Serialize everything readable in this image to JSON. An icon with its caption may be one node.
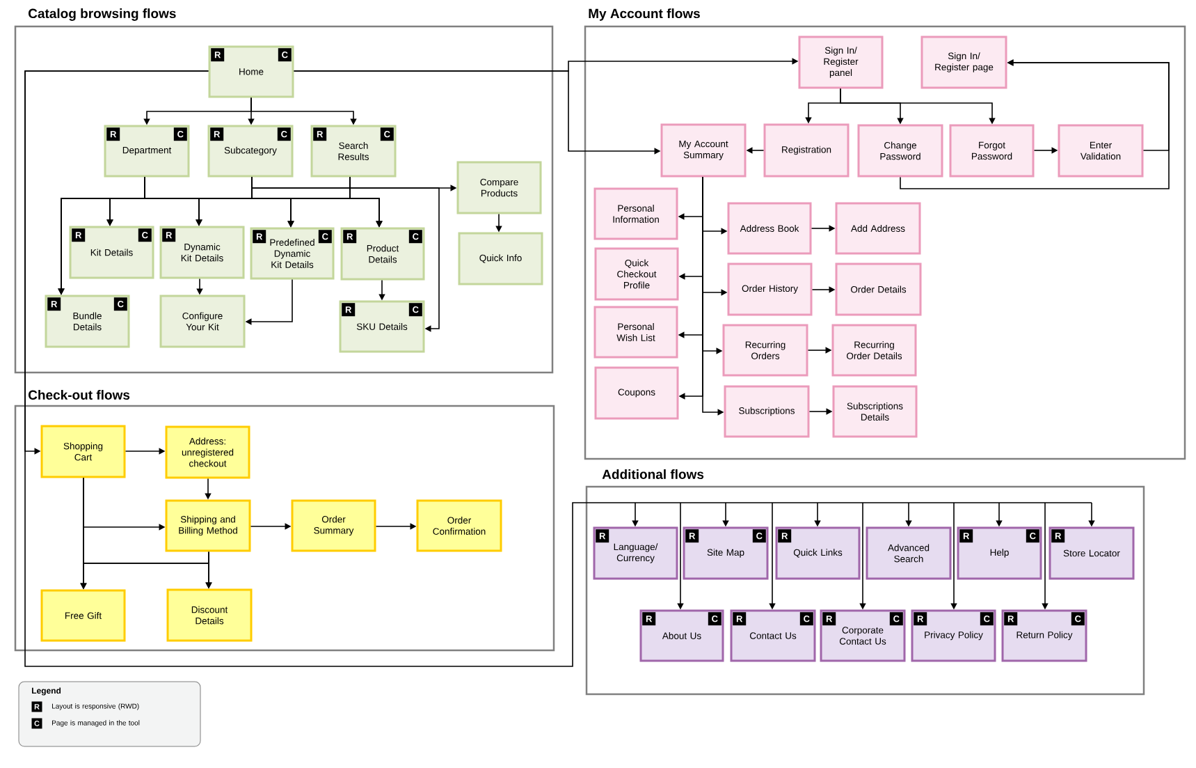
{
  "diagram": {
    "nodes": [
      {
        "text": [
          "Catalog browsing flows"
        ]
      },
      {
        "text": [
          "R",
          "C",
          "Home"
        ],
        "in": 0
      },
      {
        "text": [
          "R",
          "C",
          "Department"
        ],
        "in": 0
      },
      {
        "text": [
          "R",
          "C",
          "Subcategory"
        ],
        "in": 0
      },
      {
        "text": [
          "R",
          "C",
          "Search Results"
        ],
        "in": 0
      },
      {
        "text": [
          "Compare Products"
        ],
        "in": 0
      },
      {
        "text": [
          "R",
          "C",
          "Kit Details"
        ],
        "in": 0
      },
      {
        "text": [
          "R",
          "Dynamic Kit Details"
        ],
        "in": 0
      },
      {
        "text": [
          "R",
          "C",
          "Predefined Dynamic Kit Details"
        ],
        "in": 0
      },
      {
        "text": [
          "R",
          "C",
          "Product Details"
        ],
        "in": 0
      },
      {
        "text": [
          "Quick Info"
        ],
        "in": 0
      },
      {
        "text": [
          "R",
          "C",
          "Bundle Details"
        ],
        "in": 0
      },
      {
        "text": [
          "Configure Your Kit"
        ],
        "in": 0
      },
      {
        "text": [
          "R",
          "C",
          "SKU Details"
        ],
        "in": 0
      },
      {
        "text": [
          "My Account flows"
        ]
      },
      {
        "text": [
          "Sign In/ Register panel"
        ],
        "in": 14
      },
      {
        "text": [
          "Sign In/ Register page"
        ],
        "in": 14
      },
      {
        "text": [
          "My Account Summary"
        ],
        "in": 14
      },
      {
        "text": [
          "Registration"
        ],
        "in": 14
      },
      {
        "text": [
          "Change Password"
        ],
        "in": 14
      },
      {
        "text": [
          "Forgot Password"
        ],
        "in": 14
      },
      {
        "text": [
          "Enter Validation"
        ],
        "in": 14
      },
      {
        "text": [
          "Personal Information"
        ],
        "in": 14
      },
      {
        "text": [
          "Address Book"
        ],
        "in": 14
      },
      {
        "text": [
          "Add Address"
        ],
        "in": 14
      },
      {
        "text": [
          "Quick Checkout Profile"
        ],
        "in": 14
      },
      {
        "text": [
          "Order History"
        ],
        "in": 14
      },
      {
        "text": [
          "Order Details"
        ],
        "in": 14
      },
      {
        "text": [
          "Personal Wish List"
        ],
        "in": 14
      },
      {
        "text": [
          "Recurring Orders"
        ],
        "in": 14
      },
      {
        "text": [
          "Recurring Order Details"
        ],
        "in": 14
      },
      {
        "text": [
          "Coupons"
        ],
        "in": 14
      },
      {
        "text": [
          "Subscriptions"
        ],
        "in": 14
      },
      {
        "text": [
          "Subscriptions Details"
        ],
        "in": 14
      },
      {
        "text": [
          "Check-out flows"
        ]
      },
      {
        "text": [
          "Shopping Cart"
        ],
        "in": 34
      },
      {
        "text": [
          "Address: unregistered checkout"
        ],
        "in": 34
      },
      {
        "text": [
          "Shipping and Billing Method"
        ],
        "in": 34
      },
      {
        "text": [
          "Order Summary"
        ],
        "in": 34
      },
      {
        "text": [
          "Order Confirmation"
        ],
        "in": 34
      },
      {
        "text": [
          "Free Gift"
        ],
        "in": 34
      },
      {
        "text": [
          "Discount Details"
        ],
        "in": 34
      },
      {
        "text": [
          "Additional flows"
        ]
      },
      {
        "text": [
          "R",
          "Language/ Currency"
        ],
        "in": 42
      },
      {
        "text": [
          "R",
          "C",
          "Site Map"
        ],
        "in": 42
      },
      {
        "text": [
          "R",
          "Quick Links"
        ],
        "in": 42
      },
      {
        "text": [
          "Advanced Search"
        ],
        "in": 42
      },
      {
        "text": [
          "R",
          "C",
          "Help"
        ],
        "in": 42
      },
      {
        "text": [
          "R",
          "Store Locator"
        ],
        "in": 42
      },
      {
        "text": [
          "R",
          "C",
          "About Us"
        ],
        "in": 42
      },
      {
        "text": [
          "R",
          "C",
          "Contact Us"
        ],
        "in": 42
      },
      {
        "text": [
          "R",
          "C",
          "Corporate Contact Us"
        ],
        "in": 42
      },
      {
        "text": [
          "R",
          "C",
          "Privacy Policy"
        ],
        "in": 42
      },
      {
        "text": [
          "R",
          "C",
          "Return Policy"
        ],
        "in": 42
      }
    ],
    "edges": [
      {
        "from": 1,
        "to": 2,
        "arrow": "to"
      },
      {
        "from": 1,
        "to": 3,
        "arrow": "to"
      },
      {
        "from": 1,
        "to": 4,
        "arrow": "to"
      },
      {
        "from": 2,
        "to": 6,
        "arrow": "to"
      },
      {
        "from": 2,
        "to": 7,
        "arrow": "to"
      },
      {
        "from": 2,
        "to": 8,
        "arrow": "to"
      },
      {
        "from": 2,
        "to": 9,
        "arrow": "to"
      },
      {
        "from": 2,
        "to": 11,
        "arrow": "to"
      },
      {
        "from": 3,
        "to": 6,
        "arrow": "to"
      },
      {
        "from": 3,
        "to": 7,
        "arrow": "to"
      },
      {
        "from": 3,
        "to": 8,
        "arrow": "to"
      },
      {
        "from": 3,
        "to": 9,
        "arrow": "to"
      },
      {
        "from": 3,
        "to": 11,
        "arrow": "to"
      },
      {
        "from": 4,
        "to": 6,
        "arrow": "to"
      },
      {
        "from": 4,
        "to": 7,
        "arrow": "to"
      },
      {
        "from": 4,
        "to": 8,
        "arrow": "to"
      },
      {
        "from": 4,
        "to": 9,
        "arrow": "to"
      },
      {
        "from": 4,
        "to": 11,
        "arrow": "to"
      },
      {
        "from": 3,
        "to": 5,
        "arrow": "to"
      },
      {
        "from": 3,
        "to": 13,
        "arrow": "to"
      },
      {
        "from": 5,
        "to": 10,
        "arrow": "to"
      },
      {
        "from": 7,
        "to": 12,
        "arrow": "to"
      },
      {
        "from": 8,
        "to": 12,
        "arrow": "to"
      },
      {
        "from": 9,
        "to": 13,
        "arrow": "to"
      },
      {
        "from": 1,
        "to": 35,
        "arrow": "to"
      },
      {
        "from": 1,
        "to": 15,
        "arrow": "to"
      },
      {
        "from": 1,
        "to": 17,
        "arrow": "to"
      },
      {
        "from": 1,
        "to": 43,
        "arrow": "to"
      },
      {
        "from": 1,
        "to": 49,
        "arrow": "to"
      },
      {
        "from": 1,
        "to": 44,
        "arrow": "to"
      },
      {
        "from": 1,
        "to": 50,
        "arrow": "to"
      },
      {
        "from": 1,
        "to": 45,
        "arrow": "to"
      },
      {
        "from": 1,
        "to": 51,
        "arrow": "to"
      },
      {
        "from": 1,
        "to": 46,
        "arrow": "to"
      },
      {
        "from": 1,
        "to": 52,
        "arrow": "to"
      },
      {
        "from": 1,
        "to": 47,
        "arrow": "to"
      },
      {
        "from": 1,
        "to": 53,
        "arrow": "to"
      },
      {
        "from": 1,
        "to": 48,
        "arrow": "to"
      },
      {
        "from": 15,
        "to": 18,
        "arrow": "to"
      },
      {
        "from": 15,
        "to": 19,
        "arrow": "to"
      },
      {
        "from": 15,
        "to": 20,
        "arrow": "to"
      },
      {
        "from": 18,
        "to": 17,
        "arrow": "to"
      },
      {
        "from": 20,
        "to": 21,
        "arrow": "to"
      },
      {
        "from": 21,
        "to": 16,
        "arrow": "to"
      },
      {
        "from": 19,
        "to": 16,
        "arrow": "to"
      },
      {
        "from": 17,
        "to": 22,
        "arrow": "to"
      },
      {
        "from": 17,
        "to": 23,
        "arrow": "to"
      },
      {
        "from": 17,
        "to": 25,
        "arrow": "to"
      },
      {
        "from": 17,
        "to": 26,
        "arrow": "to"
      },
      {
        "from": 17,
        "to": 28,
        "arrow": "to"
      },
      {
        "from": 17,
        "to": 29,
        "arrow": "to"
      },
      {
        "from": 17,
        "to": 31,
        "arrow": "to"
      },
      {
        "from": 17,
        "to": 32,
        "arrow": "to"
      },
      {
        "from": 23,
        "to": 24,
        "arrow": "to"
      },
      {
        "from": 26,
        "to": 27,
        "arrow": "to"
      },
      {
        "from": 29,
        "to": 30,
        "arrow": "to"
      },
      {
        "from": 32,
        "to": 33,
        "arrow": "to"
      },
      {
        "from": 35,
        "to": 36,
        "arrow": "to"
      },
      {
        "from": 36,
        "to": 37,
        "arrow": "to"
      },
      {
        "from": 35,
        "to": 37,
        "arrow": "to"
      },
      {
        "from": 35,
        "to": 40,
        "arrow": "to"
      },
      {
        "from": 35,
        "to": 41,
        "arrow": "to"
      },
      {
        "from": 37,
        "to": 40,
        "arrow": "to"
      },
      {
        "from": 37,
        "to": 41,
        "arrow": "to"
      },
      {
        "from": 37,
        "to": 38,
        "arrow": "to"
      },
      {
        "from": 38,
        "to": 39,
        "arrow": "to"
      }
    ],
    "labels": [
      "Legend",
      "R",
      "C"
    ],
    "legend": [
      {
        "text": "Layout is responsive (RWD)"
      },
      {
        "text": "Page is managed in the tool"
      }
    ]
  }
}
